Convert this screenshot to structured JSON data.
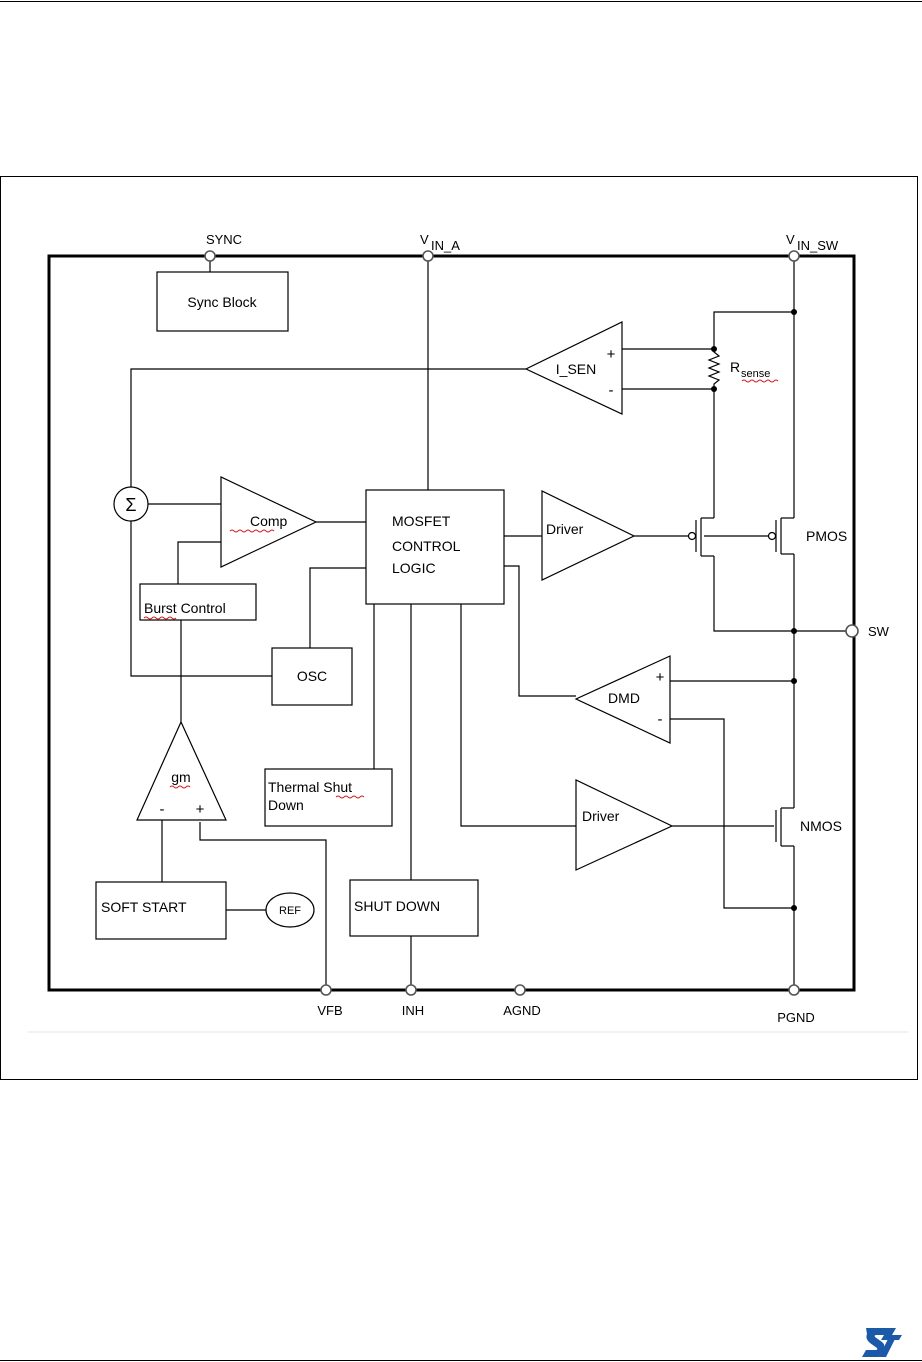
{
  "pins": {
    "sync": "SYNC",
    "vin_a": {
      "main": "V",
      "sub": "IN_A"
    },
    "vin_sw": {
      "main": "V",
      "sub": "IN_SW"
    },
    "sw": "SW",
    "vfb": "VFB",
    "inh": "INH",
    "agnd": "AGND",
    "pgnd": "PGND"
  },
  "blocks": {
    "sync_block": "Sync Block",
    "i_sen": "I_SEN",
    "sigma": "Σ",
    "comp": "Comp",
    "mosfet_logic": [
      "MOSFET",
      "CONTROL",
      "LOGIC"
    ],
    "driver_top": "Driver",
    "burst_control": "Burst Control",
    "osc": "OSC",
    "dmd": "DMD",
    "gm": "gm",
    "thermal": [
      "Thermal Shut",
      "Down"
    ],
    "driver_bottom": "Driver",
    "soft_start": "SOFT START",
    "ref": "REF",
    "shut_down": "SHUT DOWN"
  },
  "components": {
    "rsense": {
      "main": "R",
      "sub": "sense"
    },
    "pmos": "PMOS",
    "nmos": "NMOS"
  },
  "polarity": {
    "plus": "+",
    "minus": "-"
  },
  "brand": {
    "logo_name": "st-logo",
    "color": "#1a5aa8"
  }
}
